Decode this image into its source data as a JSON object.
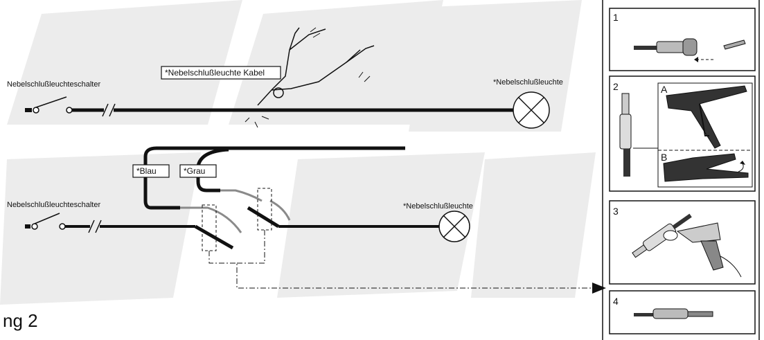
{
  "diagram1": {
    "switch_label": "Nebelschlußleuchteschalter",
    "cable_label": "*Nebelschlußleuchte Kabel",
    "lamp_label": "*Nebelschlußleuchte"
  },
  "diagram2": {
    "switch_label": "Nebelschlußleuchteschalter",
    "lamp_label": "*Nebelschlußleuchte",
    "wire_blue_label": "*Blau",
    "wire_grey_label": "*Grau"
  },
  "figure_caption": "ng 2",
  "steps": [
    {
      "number": "1"
    },
    {
      "number": "2",
      "sub_a": "A",
      "sub_b": "B"
    },
    {
      "number": "3"
    },
    {
      "number": "4"
    }
  ],
  "colors": {
    "wire_main": "#111111",
    "wire_grey": "#8a8a8a",
    "watermark": "#ececec"
  }
}
